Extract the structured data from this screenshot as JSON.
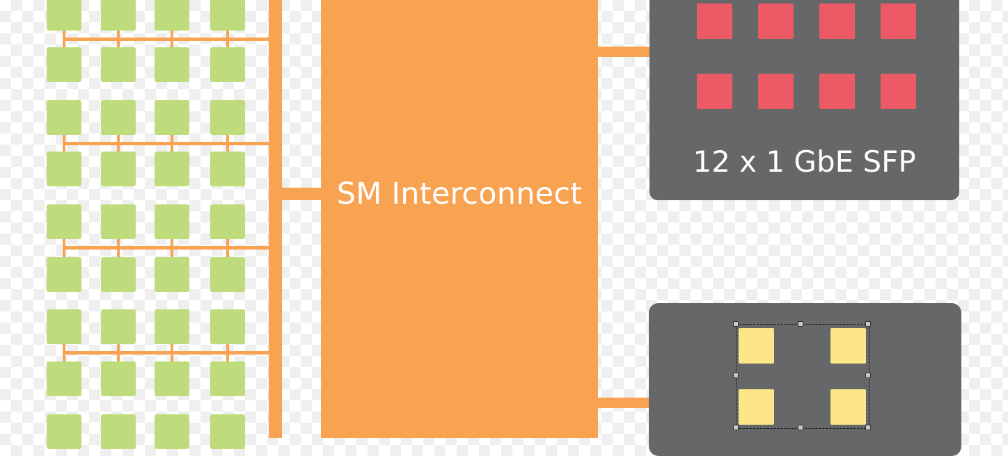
{
  "diagram": {
    "interconnect": {
      "label": "SM Interconnect"
    },
    "sfp_module": {
      "label": "12 x 1 GbE SFP",
      "visible_ports": 8
    },
    "lower_module": {
      "visible_chips": 4,
      "selected": true
    },
    "core_grid": {
      "columns": 4,
      "visible_rows": 9
    }
  },
  "colors": {
    "interconnect": "#f8a352",
    "module_panel": "#666768",
    "port": "#ec5b65",
    "core": "#bedc7b",
    "chip": "#fde689"
  }
}
